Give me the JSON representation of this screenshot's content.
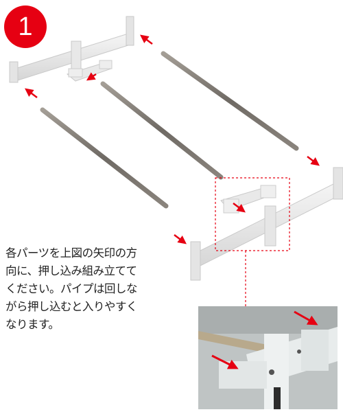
{
  "step": {
    "number": "1"
  },
  "instructions": {
    "lines": [
      "各パーツを上図の矢印の方",
      "向に、押し込み組み立てて",
      "ください。パイプは回しな",
      "がら押し込むと入りやすく",
      "なります。"
    ]
  },
  "colors": {
    "badge": "#e60012",
    "arrow": "#e60012",
    "callout_border": "#e60012",
    "pipe": "#7d7770",
    "frame": "#ececec"
  },
  "icons": {
    "arrows": "red-arrow-icon",
    "pipes": "metal-pipe",
    "frame": "plastic-frame-part"
  }
}
